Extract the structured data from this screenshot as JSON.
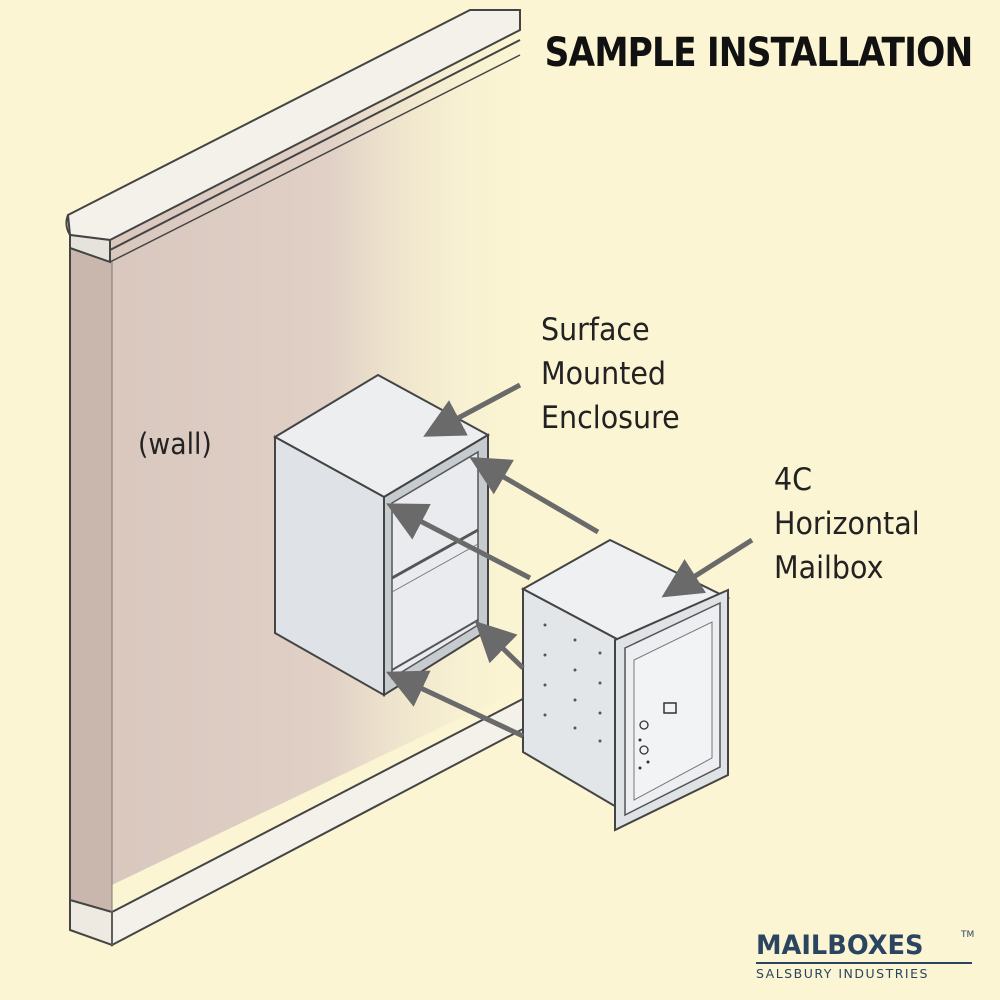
{
  "title": "SAMPLE INSTALLATION",
  "labels": {
    "wall": "(wall)",
    "enclosure": [
      "Surface",
      "Mounted",
      "Enclosure"
    ],
    "mailbox": [
      "4C",
      "Horizontal",
      "Mailbox"
    ]
  },
  "brand": {
    "name": "MAILBOXES",
    "trademark": "TM",
    "tagline": "SALSBURY INDUSTRIES"
  },
  "colors": {
    "background": "#fbf5d3",
    "wall": "#dccbc2",
    "metal": "#e8eaec",
    "arrow": "#6a6a6a",
    "brand": "#2b4560"
  }
}
